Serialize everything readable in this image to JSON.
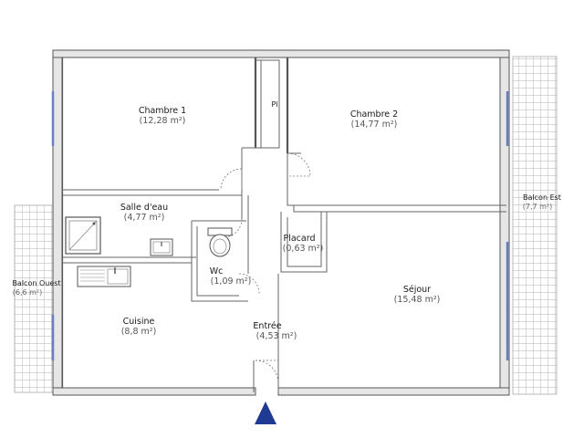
{
  "rooms": {
    "chambre1": {
      "name": "Chambre 1",
      "area": "(12,28 m²)"
    },
    "chambre2": {
      "name": "Chambre 2",
      "area": "(14,77 m²)"
    },
    "salle_eau": {
      "name": "Salle d'eau",
      "area": "(4,77 m²)"
    },
    "placard": {
      "name": "Placard",
      "area": "(0,63 m²)"
    },
    "wc": {
      "name": "Wc",
      "area": "(1,09 m²)"
    },
    "sejour": {
      "name": "Séjour",
      "area": "(15,48 m²)"
    },
    "cuisine": {
      "name": "Cuisine",
      "area": "(8,8 m²)"
    },
    "entree": {
      "name": "Entrée",
      "area": "(4,53 m²)"
    },
    "balcon_est": {
      "name": "Balcon Est",
      "area": "(7,7 m²)"
    },
    "balcon_ouest": {
      "name": "Balcon Ouest",
      "area": "(6,6 m²)"
    },
    "pl": {
      "name": "Pl"
    }
  },
  "colors": {
    "wall": "#555555",
    "window": "#6b7fc0",
    "entry_arrow": "#1f3a93"
  },
  "icons": {
    "entry": "entry-arrow-icon"
  }
}
